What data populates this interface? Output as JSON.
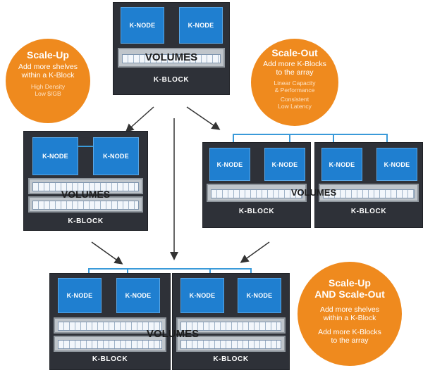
{
  "labels": {
    "knode": "K-NODE",
    "volumes": "VOLUMES",
    "kblock": "K-BLOCK"
  },
  "callouts": {
    "scale_up": {
      "title": "Scale-Up",
      "line1": "Add more shelves",
      "line2": "within a K-Block",
      "note1": "High Density",
      "note2": "Low $/GB"
    },
    "scale_out": {
      "title": "Scale-Out",
      "line1": "Add more K-Blocks",
      "line2": "to the array",
      "note1": "Linear Capacity",
      "note2": "& Performance",
      "note3": "Consistent",
      "note4": "Low Latency"
    },
    "both": {
      "title1": "Scale-Up",
      "title2": "AND Scale-Out",
      "line1": "Add more shelves",
      "line2": "within a K-Block",
      "line3": "Add more K-Blocks",
      "line4": "to the array"
    }
  },
  "colors": {
    "kblock_bg": "#2e3138",
    "knode_blue": "#1f7fd0",
    "accent_orange": "#ef8a1e",
    "bus_blue": "#3a9ad9"
  }
}
